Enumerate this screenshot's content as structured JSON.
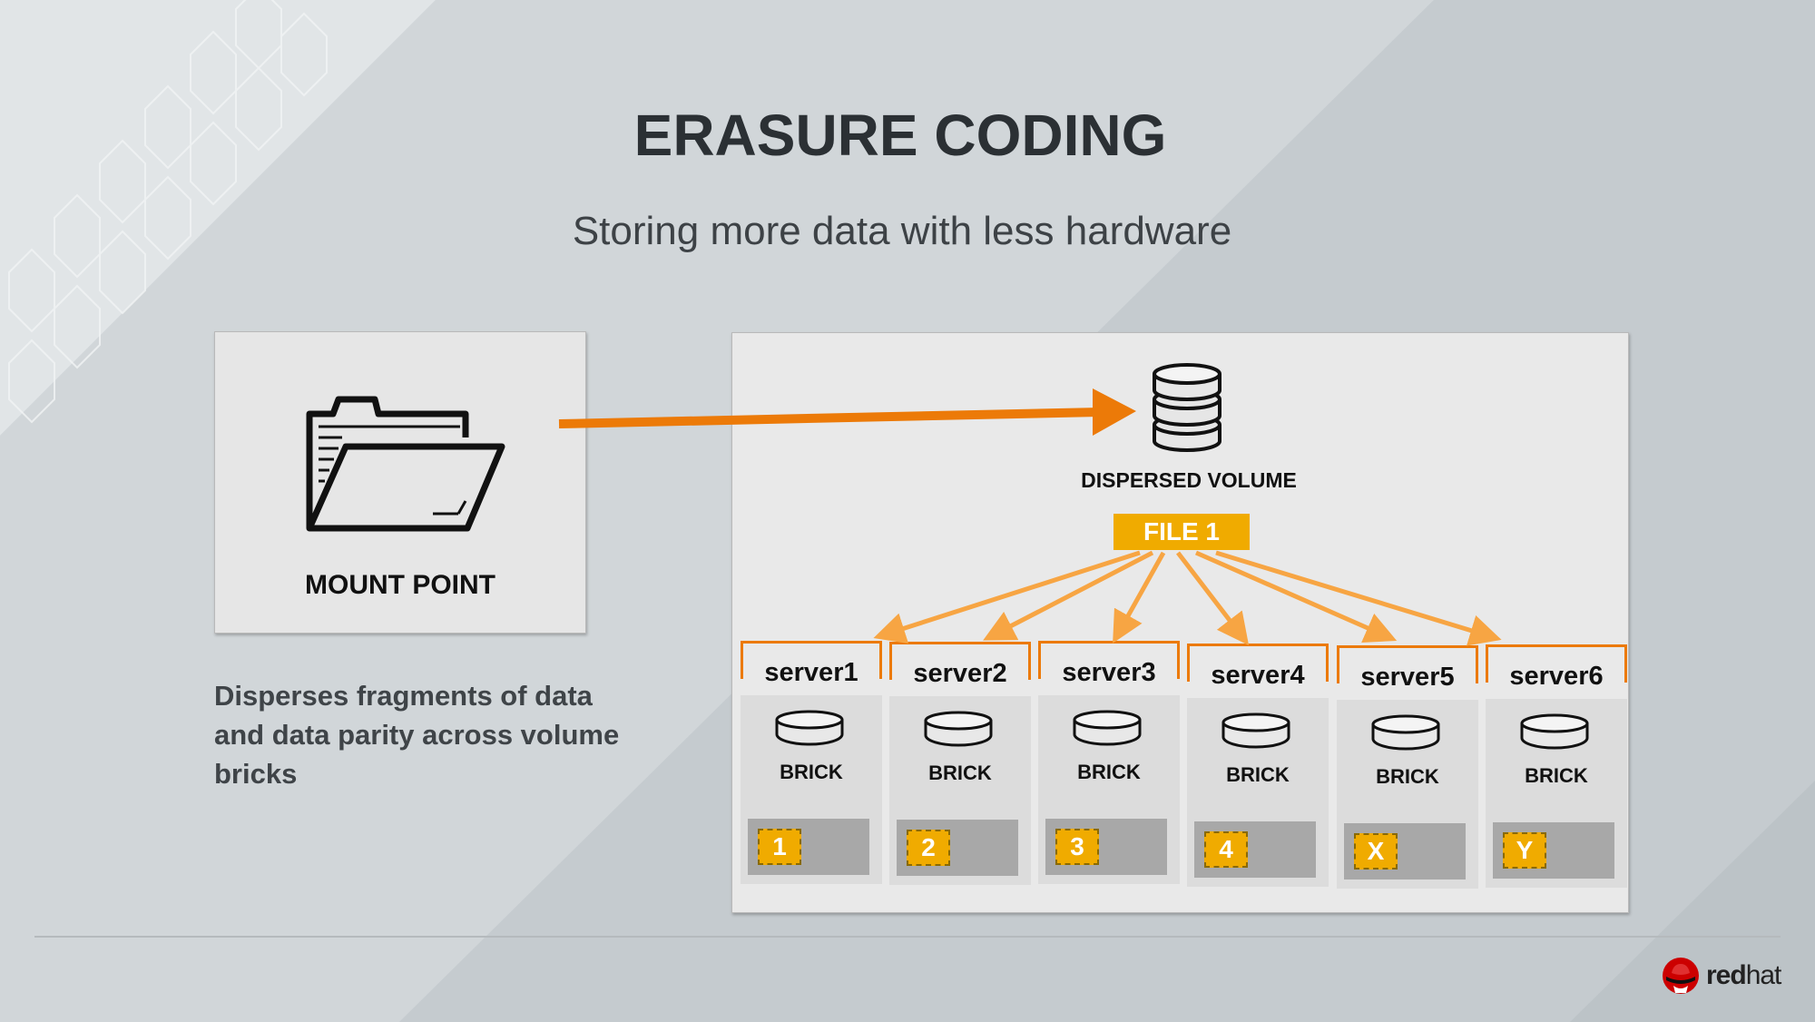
{
  "title": "ERASURE CODING",
  "subtitle": "Storing more data with less hardware",
  "mount_point": {
    "label": "MOUNT POINT",
    "icon": "folder-icon"
  },
  "description": "Disperses fragments of data and data parity across volume bricks",
  "volume": {
    "label": "DISPERSED VOLUME",
    "icon": "database-icon",
    "file_label": "FILE 1"
  },
  "servers": [
    {
      "name": "server1",
      "brick_label": "BRICK",
      "fragment": "1"
    },
    {
      "name": "server2",
      "brick_label": "BRICK",
      "fragment": "2"
    },
    {
      "name": "server3",
      "brick_label": "BRICK",
      "fragment": "3"
    },
    {
      "name": "server4",
      "brick_label": "BRICK",
      "fragment": "4"
    },
    {
      "name": "server5",
      "brick_label": "BRICK",
      "fragment": "X"
    },
    {
      "name": "server6",
      "brick_label": "BRICK",
      "fragment": "Y"
    }
  ],
  "logo": {
    "bold": "red",
    "regular": "hat"
  },
  "colors": {
    "accent_orange": "#ec7a08",
    "arrow_orange": "#f7a543",
    "fragment_gold": "#f0ab00",
    "title_text": "#2b3034"
  }
}
